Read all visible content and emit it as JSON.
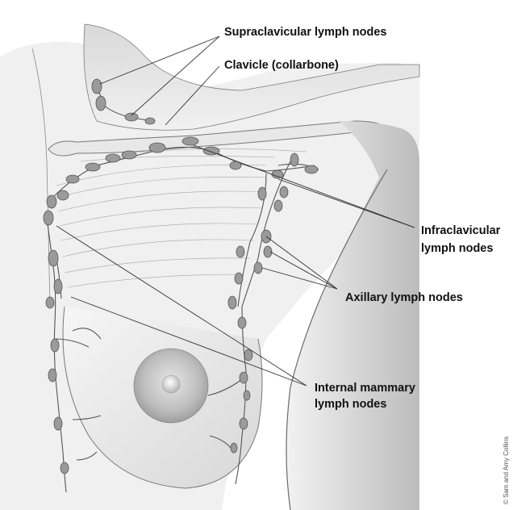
{
  "labels": {
    "supraclavicular": "Supraclavicular lymph nodes",
    "clavicle": "Clavicle (collarbone)",
    "infraclavicular_line1": "Infraclavicular",
    "infraclavicular_line2": "lymph nodes",
    "axillary": "Axillary lymph nodes",
    "internal_mammary_line1": "Internal mammary",
    "internal_mammary_line2": "lymph nodes"
  },
  "credit": "© Sam and Amy Collins",
  "colors": {
    "skin_light": "#f4f4f4",
    "skin_shade": "#c9c9c9",
    "outline": "#6a6a6a",
    "node_fill": "#9a9a9a"
  }
}
